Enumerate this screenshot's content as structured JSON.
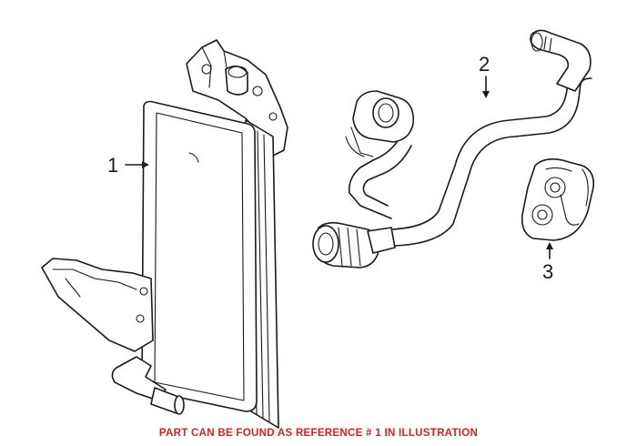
{
  "callouts": [
    {
      "label": "1",
      "part": "oil-cooler"
    },
    {
      "label": "2",
      "part": "coolant-hose"
    },
    {
      "label": "3",
      "part": "hose-clamp"
    }
  ],
  "caption": "PART CAN BE FOUND AS REFERENCE # 1 IN ILLUSTRATION",
  "colors": {
    "line": "#1a1a1a",
    "caption": "#d0202a",
    "background": "#ffffff"
  }
}
